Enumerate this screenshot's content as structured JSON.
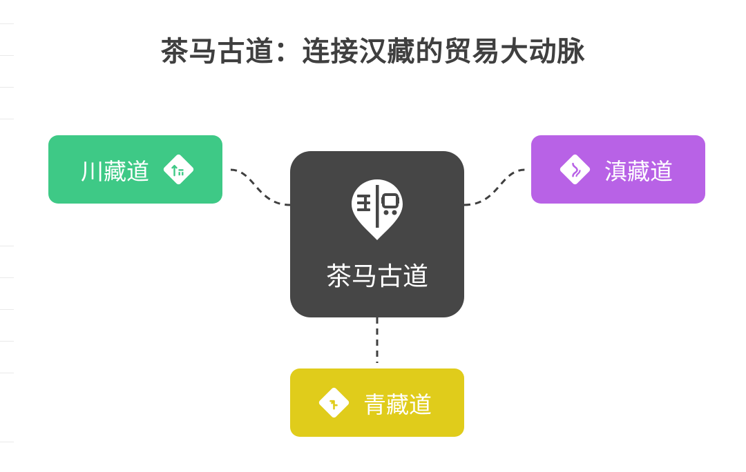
{
  "title": "茶马古道：连接汉藏的贸易大动脉",
  "center": {
    "label": "茶马古道",
    "icon": "map-pin-road-icon"
  },
  "branches": [
    {
      "id": "left",
      "label": "川藏道",
      "color": "#3ec986",
      "icon": "road-sign-icon"
    },
    {
      "id": "right",
      "label": "滇藏道",
      "color": "#b862e6",
      "icon": "winding-road-icon"
    },
    {
      "id": "bottom",
      "label": "青藏道",
      "color": "#e0cc1b",
      "icon": "turn-sign-icon"
    }
  ],
  "colors": {
    "center": "#464646",
    "connector": "#3f3f3f",
    "title": "#3f3f3f"
  }
}
